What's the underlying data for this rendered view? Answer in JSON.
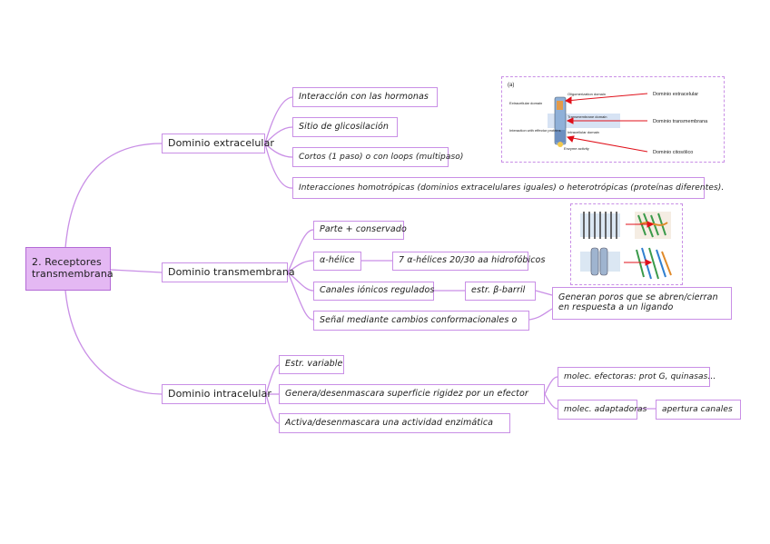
{
  "root": "2. Receptores transmembrana",
  "extracelular": {
    "title": "Dominio extracelular",
    "items": [
      "Interacción con las hormonas",
      "Sitio de glicosilación",
      "Cortos (1 paso) o con loops (multipaso)",
      "Interacciones homotrópicas (dominios extracelulares iguales) o heterotrópicas (proteínas diferentes)."
    ]
  },
  "transmembrana": {
    "title": "Dominio transmembrana",
    "items": [
      "Parte + conservado",
      "α-hélice",
      "Canales iónicos regulados",
      "Señal mediante cambios conformacionales o"
    ],
    "helice_detail": "7 α-hélices 20/30 aa hidrofóbicos",
    "canales_detail": "estr. β-barril",
    "poros": "Generan poros que se abren/cierran en respuesta a un ligando"
  },
  "intracelular": {
    "title": "Dominio intracelular",
    "items": [
      "Estr. variable",
      "Genera/desenmascara superficie rigidez por un efector",
      "Activa/desenmascara una actividad enzimática"
    ],
    "moleculas": [
      "molec. efectoras: prot G, quinasas...",
      "molec. adaptadoras"
    ],
    "apertura": "apertura canales"
  },
  "figure1": {
    "panel_label": "(a)",
    "labels": [
      "Oligomerization domain",
      "Extracellular domain",
      "Transmembrane domain",
      "Interaction with effector proteins",
      "Intracellular domain",
      "Enzyme activity"
    ],
    "callouts": [
      "Dominio extracelular",
      "Dominio transmembrana",
      "Dominio citosólico"
    ]
  },
  "colors": {
    "branch": "#c98fe6",
    "root_fill": "#e4b8f3",
    "arrow": "#e0101a"
  }
}
